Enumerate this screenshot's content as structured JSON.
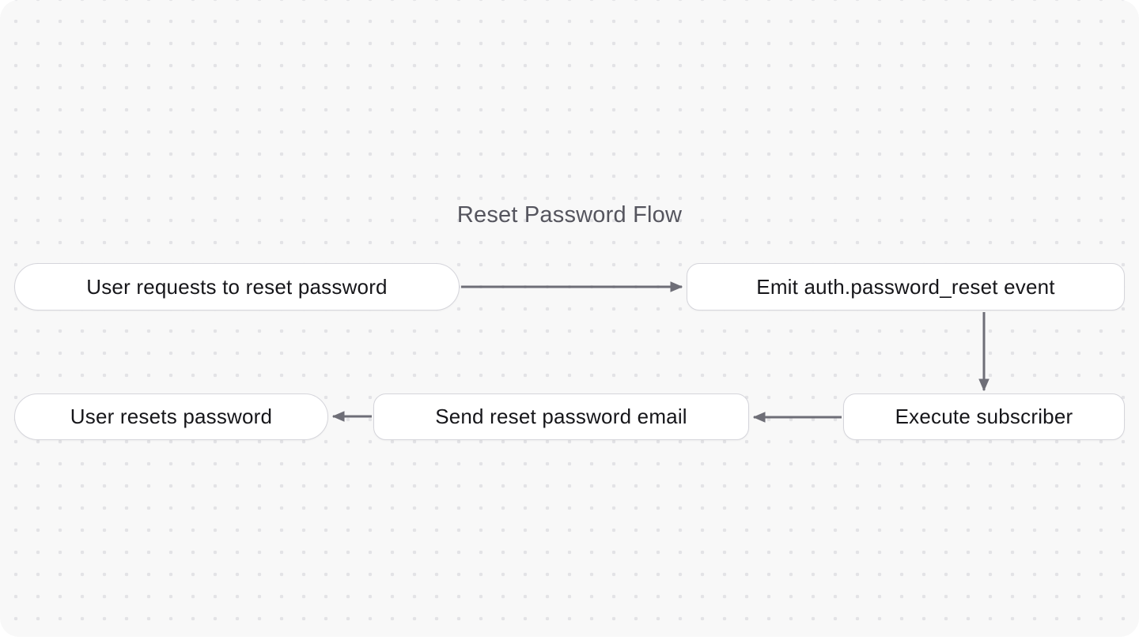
{
  "diagram": {
    "title": "Reset Password Flow",
    "nodes": [
      {
        "id": "user-requests",
        "label": "User requests to reset password",
        "shape": "stadium"
      },
      {
        "id": "emit-event",
        "label": "Emit auth.password_reset event",
        "shape": "rounded"
      },
      {
        "id": "execute-subscriber",
        "label": "Execute subscriber",
        "shape": "rounded"
      },
      {
        "id": "send-email",
        "label": "Send reset password email",
        "shape": "rounded"
      },
      {
        "id": "user-resets",
        "label": "User resets password",
        "shape": "stadium"
      }
    ],
    "edges": [
      {
        "from": "user-requests",
        "to": "emit-event"
      },
      {
        "from": "emit-event",
        "to": "execute-subscriber"
      },
      {
        "from": "execute-subscriber",
        "to": "send-email"
      },
      {
        "from": "send-email",
        "to": "user-resets"
      }
    ]
  },
  "colors": {
    "canvas_background": "#f8f8f8",
    "grid_dot": "#e3e3e6",
    "node_background": "#ffffff",
    "node_border": "#d5d5db",
    "node_text": "#16161a",
    "title_text": "#55555e",
    "arrow": "#6e6e77"
  }
}
